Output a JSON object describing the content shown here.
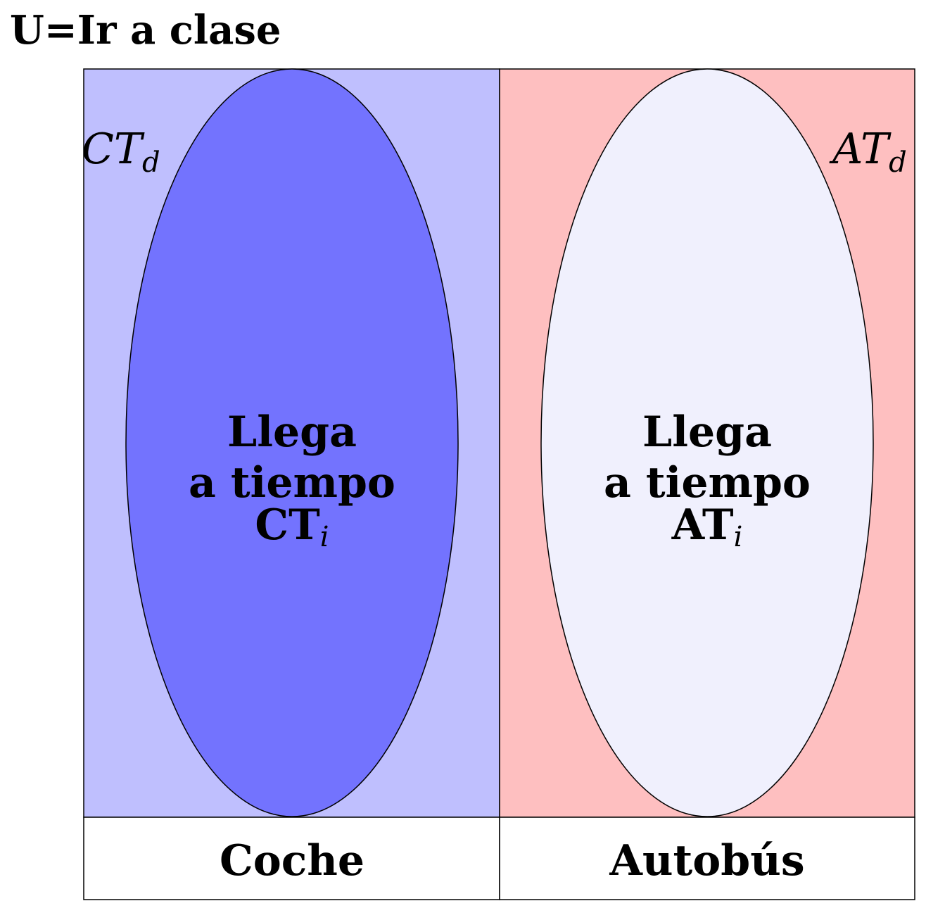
{
  "title": "U=Ir a clase",
  "regions": {
    "left": {
      "color": "#bfbffe",
      "outer_main": "CT",
      "outer_sub": "d"
    },
    "right": {
      "color": "#febfc0",
      "outer_main": "AT",
      "outer_sub": "d"
    }
  },
  "ellipses": {
    "left": {
      "color": "#7373fe",
      "line1": "Llega",
      "line2": "a tiempo",
      "main": "CT",
      "sub": "i"
    },
    "right": {
      "color": "#f0f0fd",
      "line1": "Llega",
      "line2": "a tiempo",
      "main": "AT",
      "sub": "i"
    }
  },
  "captions": {
    "left": "Coche",
    "right": "Autobús"
  }
}
